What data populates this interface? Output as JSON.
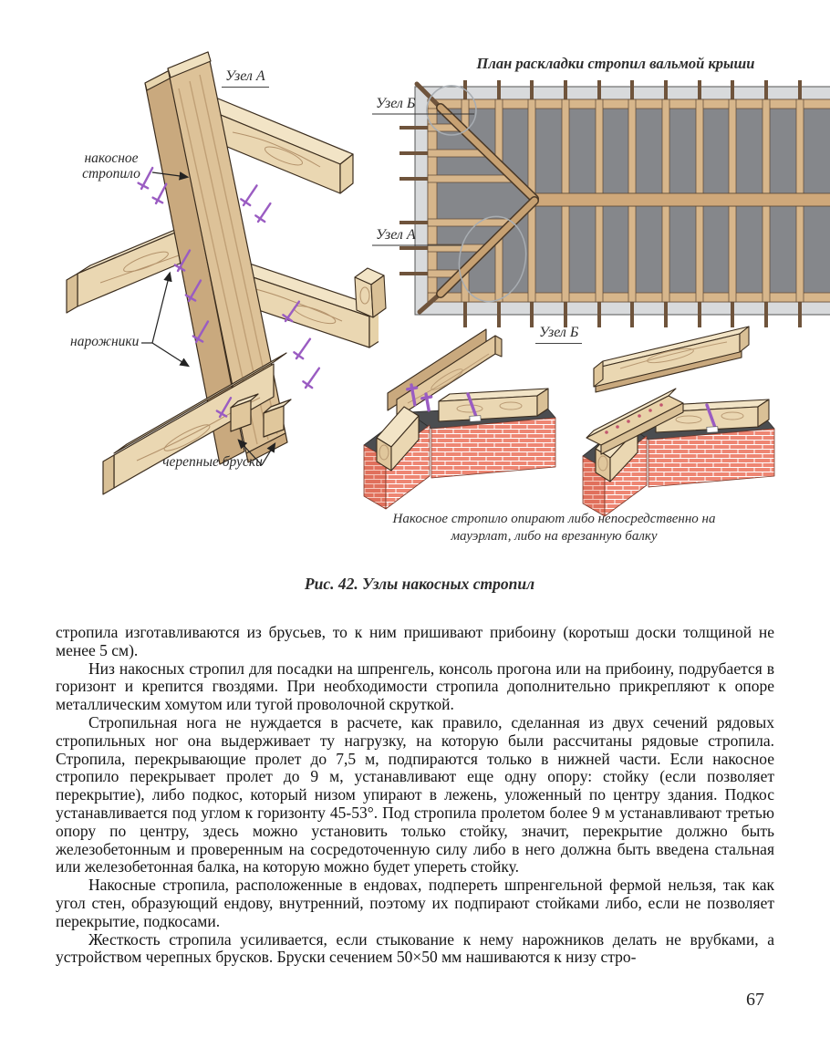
{
  "page_number": "67",
  "figure": {
    "caption": "Рис. 42. Узлы накосных стропил",
    "node_a_view": {
      "title": "Узел А",
      "label_hip": "накосное стропило",
      "label_jacks": "нарожники",
      "label_blocks": "черепные бруски"
    },
    "plan": {
      "title": "План раскладки стропил вальмой крыши",
      "label_node_b": "Узел Б",
      "label_node_a": "Узел А"
    },
    "node_b_view": {
      "title": "Узел Б",
      "caption": "Накосное стропило опирают либо непосредственно на мауэрлат, либо на врезанную балку"
    }
  },
  "body": {
    "paragraphs": [
      "стропила изготавливаются из брусьев, то к ним пришивают прибоину (коротыш доски толщиной не менее 5 см).",
      "Низ накосных стропил для посадки на шпренгель, консоль прогона или на прибоину, подрубается в горизонт и крепится гвоздями. При необходимости стропила дополнительно прикрепляют к опоре металлическим хомутом или тугой проволочной скруткой.",
      "Стропильная нога не нуждается в расчете, как правило, сделанная из двух сечений рядовых стропильных ног она выдерживает ту нагрузку, на которую были рассчитаны рядовые стропила. Стропила, перекрывающие пролет до 7,5 м, подпираются только в нижней части. Если накосное стропило перекрывает пролет до 9 м, устанавливают еще одну опору: стойку (если позволяет перекрытие), либо подкос, который низом упирают в лежень, уложенный по центру здания. Подкос устанавливается под углом к горизонту 45-53°. Под стропила пролетом более 9 м устанавливают третью опору по центру, здесь можно установить только стойку, значит, перекрытие должно быть железобетонным и проверенным на сосредоточенную силу либо в него должна быть введена стальная или железобетонная балка, на которую можно будет упереть стойку.",
      "Накосные стропила, расположенные в ендовах, подпереть шпренгельной фермой нельзя, так как угол стен, образующий ендову, внутренний, поэтому их подпирают стойками либо, если не позволяет перекрытие, подкосами.",
      "Жесткость стропила усиливается, если стыкование к нему нарожников делать не врубками, а устройством черепных брусков. Бруски сечением 50×50 мм нашиваются к низу стро-"
    ]
  },
  "colors": {
    "wood_light": "#ead7b2",
    "wood_top": "#f2e4c6",
    "wood_shade": "#cfac80",
    "wood_grainface": "#ddc298",
    "wood_back": "#c9a97e",
    "outline": "#3b2d1e",
    "roof_gray": "#85878b",
    "wall_gray": "#d8dadc",
    "rafter_tan": "#d7b68b",
    "tail_brown": "#6f543c",
    "brick": "#ee8673",
    "gasket_gray": "#4b4d50",
    "staple_purple": "#9a5cc2"
  }
}
